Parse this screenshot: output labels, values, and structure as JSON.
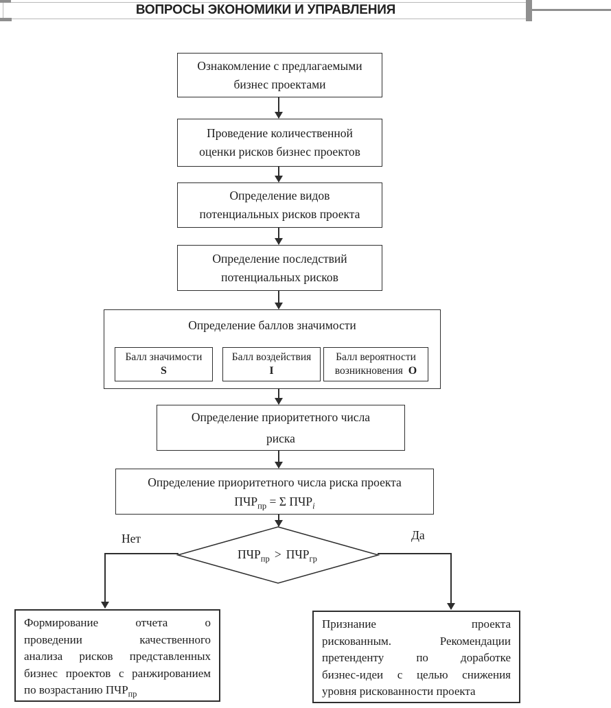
{
  "header": {
    "title": "ВОПРОСЫ ЭКОНОМИКИ И УПРАВЛЕНИЯ"
  },
  "colors": {
    "flow_line": "#2e2e2e",
    "text": "#1d1d1d",
    "bracket_gray": "#8f8f8f",
    "header_border": "#b9b9b9"
  },
  "flow": {
    "step1": {
      "line1": "Ознакомление с предлагаемыми",
      "line2": "бизнес проектами"
    },
    "step2": {
      "line1": "Проведение количественной",
      "line2": "оценки рисков бизнес проектов"
    },
    "step3": {
      "line1": "Определение видов",
      "line2": "потенциальных рисков проекта"
    },
    "step4": {
      "line1": "Определение последствий",
      "line2": "потенциальных рисков"
    },
    "scores": {
      "title": "Определение баллов значимости",
      "sub1": {
        "line1": "Балл значимости",
        "bold": "S"
      },
      "sub2": {
        "line1": "Балл воздействия",
        "bold": "I"
      },
      "sub3": {
        "line1": "Балл вероятности",
        "line2": "возникновения",
        "bold": "O"
      }
    },
    "step6": {
      "line1": "Определение приоритетного числа",
      "line2": "риска"
    },
    "step7": {
      "line1": "Определение приоритетного числа риска проекта",
      "formula": {
        "base1": "ПЧР",
        "sub1": "пр",
        "middle": " = Σ ПЧР",
        "sub2": "i"
      }
    },
    "decision": {
      "base1": "ПЧР",
      "sub1": "пр",
      "op": ">",
      "base2": "ПЧР",
      "sub2": "гр",
      "no_label": "Нет",
      "yes_label": "Да"
    },
    "outcome_no": {
      "lines": [
        "Формирование отчета о",
        "проведении качественного",
        "анализа рисков представленных",
        "бизнес проектов с ранжированием"
      ],
      "last": {
        "text": "по возрастанию ПЧР",
        "sub": "пр"
      }
    },
    "outcome_yes": {
      "lines": [
        "Признание проекта",
        "рискованным. Рекомендации",
        "претенденту по доработке",
        "бизнес-идеи с целью снижения"
      ],
      "last": {
        "text": "уровня рискованности проекта"
      }
    }
  }
}
